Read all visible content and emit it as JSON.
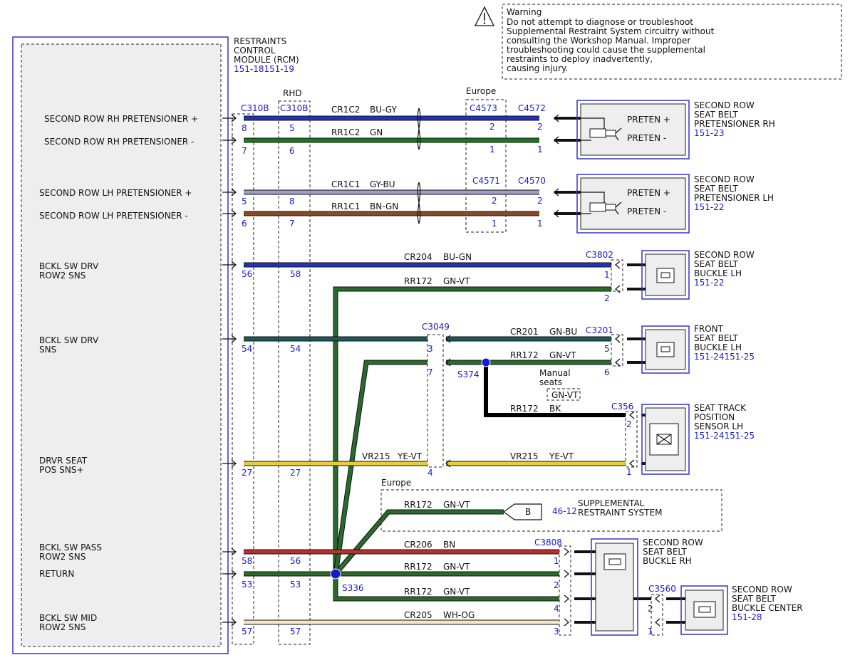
{
  "warning": {
    "title": "Warning",
    "lines": [
      "Do not attempt to diagnose or troubleshoot",
      "Supplemental Restraint System circuitry without",
      "consulting the Workshop Manual. Improper",
      "troubleshooting could cause the supplemental",
      "restraints to deploy inadvertently,",
      "causing injury."
    ]
  },
  "rcm": {
    "title_lines": [
      "RESTRAINTS",
      "CONTROL",
      "MODULE (RCM)"
    ],
    "ref": "151-18151-19",
    "pin_labels": [
      {
        "lines": [
          "SECOND ROW RH PRETENSIONER +"
        ]
      },
      {
        "lines": [
          "SECOND ROW RH PRETENSIONER -"
        ]
      },
      {
        "lines": [
          "SECOND ROW LH PRETENSIONER +"
        ]
      },
      {
        "lines": [
          "SECOND ROW LH PRETENSIONER -"
        ]
      },
      {
        "lines": [
          "BCKL SW DRV",
          "ROW2 SNS"
        ]
      },
      {
        "lines": [
          "BCKL SW DRV",
          "SNS"
        ]
      },
      {
        "lines": [
          "DRVR SEAT",
          "POS SNS+"
        ]
      },
      {
        "lines": [
          "BCKL SW PASS",
          "ROW2 SNS"
        ]
      },
      {
        "lines": [
          "RETURN"
        ]
      },
      {
        "lines": [
          "BCKL SW MID",
          "ROW2 SNS"
        ]
      }
    ]
  },
  "connectors": {
    "c310b": "C310B",
    "c310b_rhd": "C310B",
    "rhd": "RHD",
    "europe": "Europe",
    "c4573": "C4573",
    "c4572": "C4572",
    "c4571": "C4571",
    "c4570": "C4570",
    "c3802": "C3802",
    "c3049": "C3049",
    "c3201": "C3201",
    "c356": "C356",
    "c3808": "C3808",
    "c3560": "C3560"
  },
  "pins": {
    "rcm": [
      "8",
      "7",
      "5",
      "6",
      "56",
      "54",
      "27",
      "58",
      "53",
      "57"
    ],
    "rhd": [
      "5",
      "6",
      "8",
      "7",
      "58",
      "54",
      "27",
      "56",
      "53",
      "57"
    ],
    "c4573": [
      "2",
      "1"
    ],
    "c4572": [
      "2",
      "1"
    ],
    "c4571": [
      "2",
      "1"
    ],
    "c4570": [
      "2",
      "1"
    ],
    "c3802": [
      "1",
      "2"
    ],
    "c3049": [
      "3",
      "7",
      "4"
    ],
    "c3201": [
      "5",
      "6"
    ],
    "c356": [
      "2",
      "1"
    ],
    "c3808": [
      "1",
      "2",
      "4",
      "3"
    ],
    "c3560": [
      "2",
      "1"
    ]
  },
  "wires": [
    {
      "circuit": "CR1C2",
      "color": "BU-GY"
    },
    {
      "circuit": "RR1C2",
      "color": "GN"
    },
    {
      "circuit": "CR1C1",
      "color": "GY-BU"
    },
    {
      "circuit": "RR1C1",
      "color": "BN-GN"
    },
    {
      "circuit": "CR204",
      "color": "BU-GN"
    },
    {
      "circuit": "RR172",
      "color": "GN-VT"
    },
    {
      "circuit": "CR201",
      "color": "GN-BU"
    },
    {
      "circuit": "RR172",
      "color": "GN-VT"
    },
    {
      "circuit": "RR172",
      "color": "BK"
    },
    {
      "circuit": "VR215",
      "color": "YE-VT"
    },
    {
      "circuit": "VR215",
      "color": "YE-VT"
    },
    {
      "circuit": "RR172",
      "color": "GN-VT"
    },
    {
      "circuit": "CR206",
      "color": "BN"
    },
    {
      "circuit": "RR172",
      "color": "GN-VT"
    },
    {
      "circuit": "RR172",
      "color": "GN-VT"
    },
    {
      "circuit": "CR205",
      "color": "WH-OG"
    }
  ],
  "splices": {
    "s374": "S374",
    "s336": "S336"
  },
  "manual_seats": {
    "lines": [
      "Manual",
      "seats"
    ],
    "color": "GN-VT"
  },
  "europe_box": {
    "label": "Europe",
    "connector": "B",
    "ref": "46-12",
    "system_lines": [
      "SUPPLEMENTAL",
      "RESTRAINT SYSTEM"
    ]
  },
  "components": {
    "pret_rh": {
      "lines": [
        "SECOND ROW",
        "SEAT BELT",
        "PRETENSIONER RH"
      ],
      "ref": "151-23",
      "plus": "PRETEN +",
      "minus": "PRETEN -"
    },
    "pret_lh": {
      "lines": [
        "SECOND ROW",
        "SEAT BELT",
        "PRETENSIONER LH"
      ],
      "ref": "151-22",
      "plus": "PRETEN +",
      "minus": "PRETEN -"
    },
    "buckle_lh": {
      "lines": [
        "SECOND ROW",
        "SEAT BELT",
        "BUCKLE LH"
      ],
      "ref": "151-22"
    },
    "front_buckle": {
      "lines": [
        "FRONT",
        "SEAT BELT",
        "BUCKLE LH"
      ],
      "ref": "151-24151-25"
    },
    "seat_track": {
      "lines": [
        "SEAT TRACK",
        "POSITION",
        "SENSOR LH"
      ],
      "ref": "151-24151-25"
    },
    "buckle_rh": {
      "lines": [
        "SECOND ROW",
        "SEAT BELT",
        "BUCKLE RH"
      ]
    },
    "buckle_center": {
      "lines": [
        "SECOND ROW",
        "SEAT BELT",
        "BUCKLE CENTER"
      ],
      "ref": "151-28"
    }
  },
  "wire_colors": {
    "blue": "#2233bb",
    "green": "#1a7a1a",
    "dark_green": "#2a6a2a",
    "brown": "#8a4a2a",
    "red": "#b83030",
    "yellow": "#e8cc40",
    "white_og": "#f5e6c8",
    "grey_blue": "#9aa0c8",
    "teal": "#1a5a5a",
    "black": "#000000",
    "splice": "#1a1acc"
  }
}
